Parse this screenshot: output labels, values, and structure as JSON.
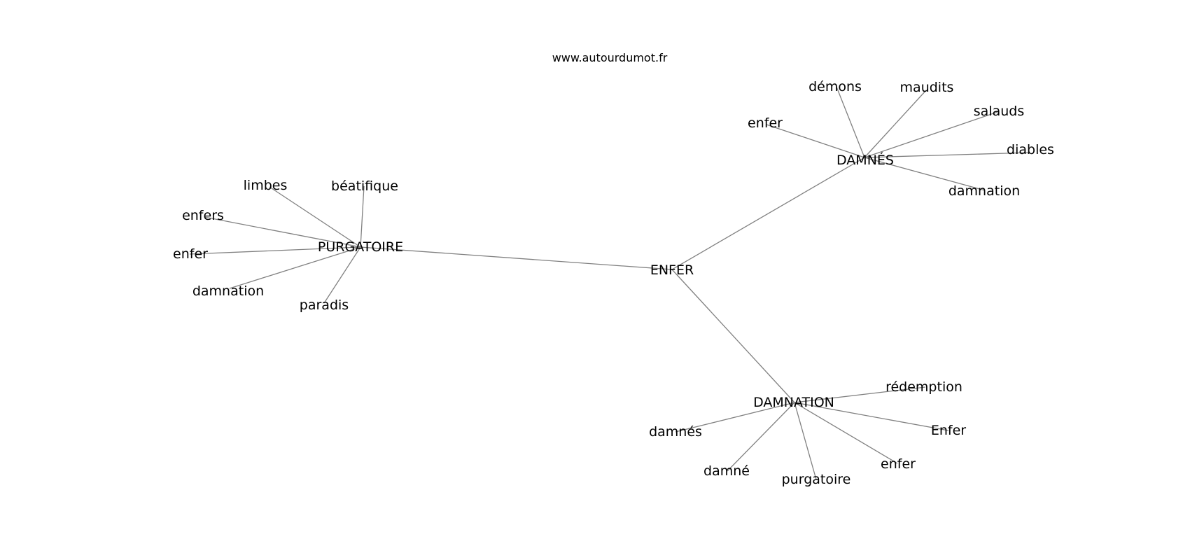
{
  "source": "www.autourdumot.fr",
  "graph": {
    "center": "ENFER",
    "hubs": [
      {
        "label": "PURGATOIRE",
        "neighbors": [
          "limbes",
          "béatifique",
          "enfers",
          "enfer",
          "damnation",
          "paradis"
        ]
      },
      {
        "label": "DAMNÉS",
        "neighbors": [
          "démons",
          "maudits",
          "enfer",
          "salauds",
          "diables",
          "damnation"
        ]
      },
      {
        "label": "DAMNATION",
        "neighbors": [
          "rédemption",
          "damnés",
          "Enfer",
          "enfer",
          "damné",
          "purgatoire"
        ]
      }
    ]
  }
}
